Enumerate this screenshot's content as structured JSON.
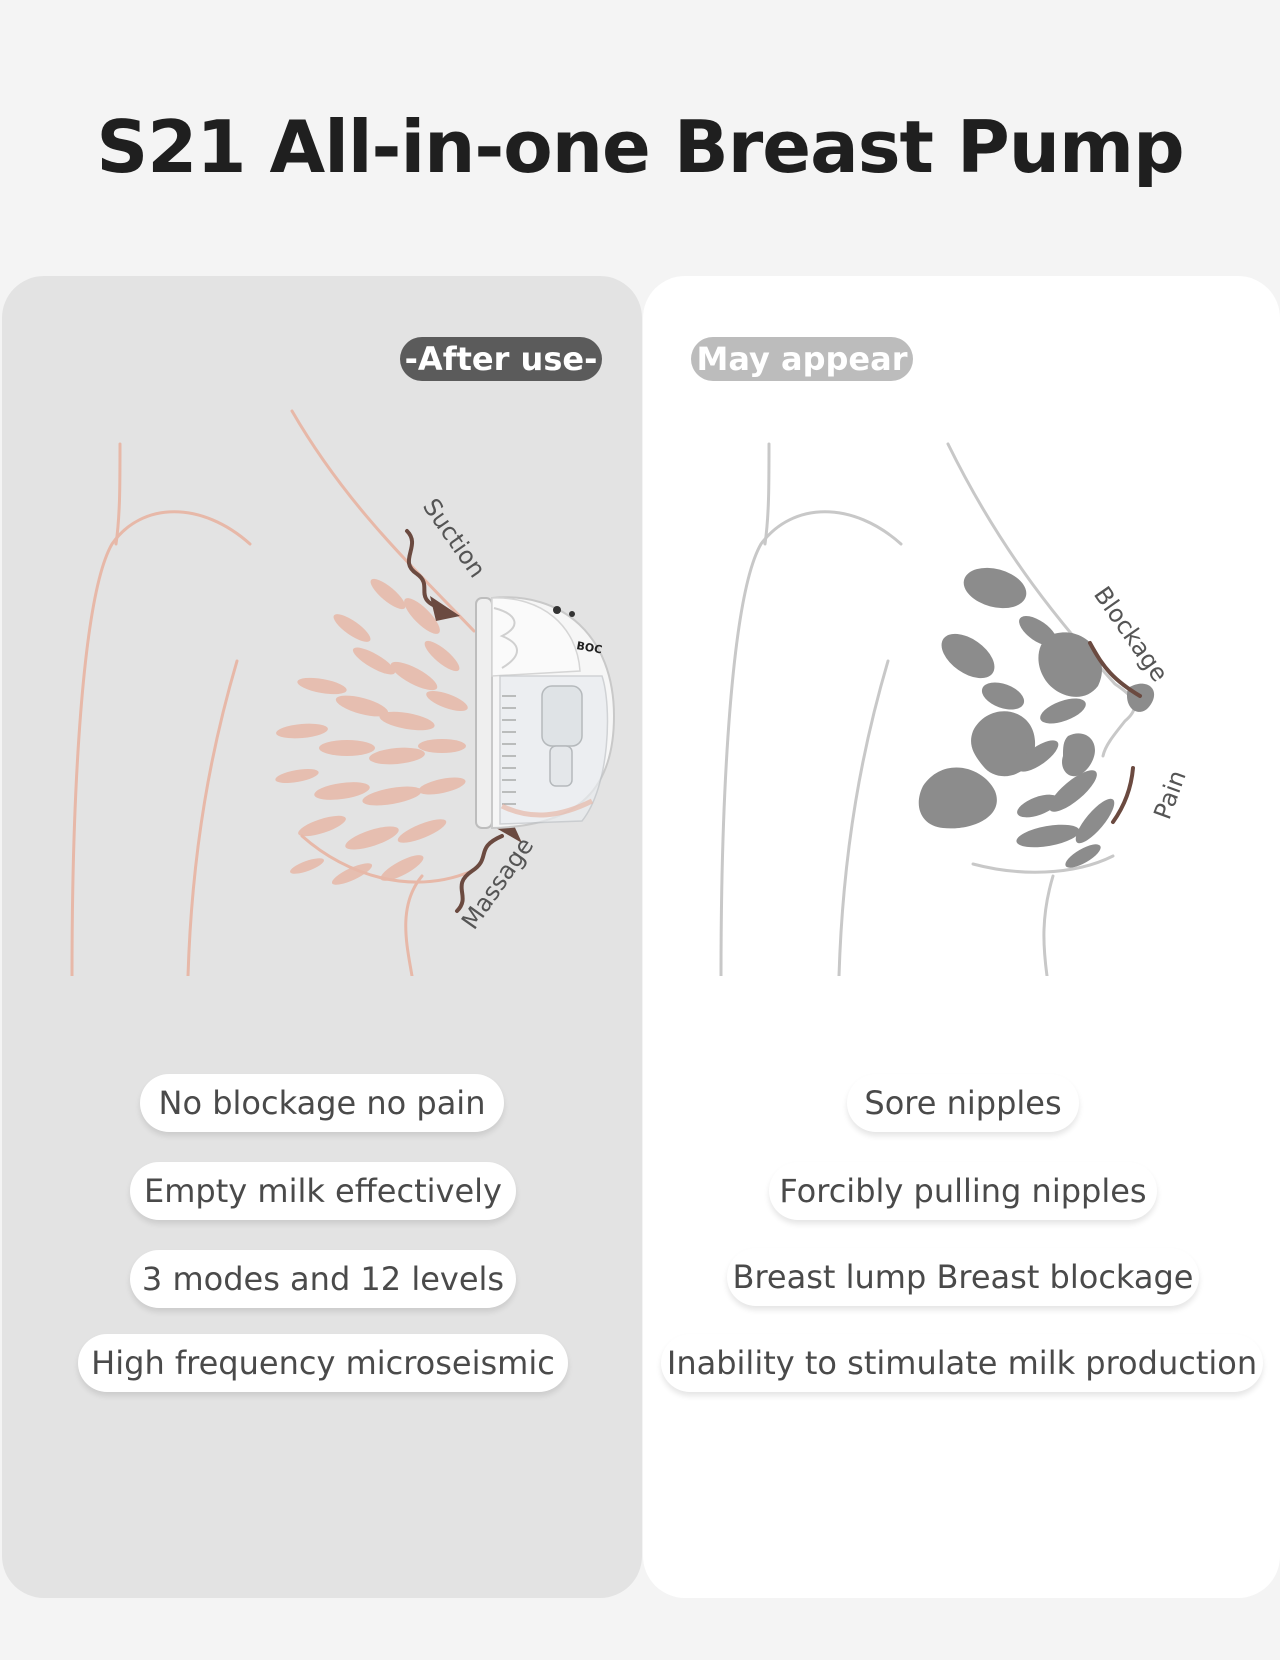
{
  "title": "S21 All-in-one Breast Pump",
  "left_panel": {
    "tag": "-After use-",
    "labels": {
      "suction": "Suction",
      "massage": "Massage",
      "brand": "BOC"
    },
    "features": [
      "No blockage no pain",
      "Empty milk effectively",
      "3 modes and 12 levels",
      "High frequency microseismic"
    ]
  },
  "right_panel": {
    "tag": "May appear",
    "labels": {
      "blockage": "Blockage",
      "pain": "Pain"
    },
    "problems": [
      "Sore nipples",
      "Forcibly pulling nipples",
      "Breast lump Breast blockage",
      "Inability to stimulate milk production"
    ]
  },
  "colors": {
    "background": "#f4f4f4",
    "left_panel": "#e3e3e3",
    "right_panel": "#ffffff",
    "tag_after": "#5b5b5b",
    "tag_may": "#bcbcbc",
    "peach": "#e7b8a8",
    "gray_shape": "#8c8c8c",
    "arrow_brown": "#6b4a40"
  }
}
